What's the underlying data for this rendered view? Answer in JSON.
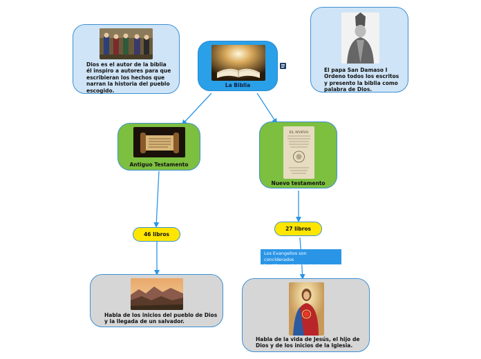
{
  "central": {
    "label": "La Biblia"
  },
  "note_authors": {
    "text": "Dios es el autor de la biblia\nél inspiro a autores para que\nescribieran los hechos que\nnarran la historia del pueblo\nescogido."
  },
  "note_pope": {
    "text": "El papa San Damaso I\nOrdeno todos los escritos\ny presento la biblia como\npalabra de Dios."
  },
  "old_testament": {
    "label": "Antiguo Testamento",
    "count": "46 libros",
    "description": "Habla de los inicios del pueblo de Dios\ny la llegada de un salvador."
  },
  "new_testament": {
    "label": "Nuevo testamento",
    "count": "27 libros",
    "callout": "Los Evangelios son concíderados\nlos Libros más importantes.",
    "description": "Habla de la vida de Jesús, el hijo de\nDios y de los inicios de la Iglesia.",
    "book_cover_title": "EL NVEVO TESTAMENTO"
  },
  "colors": {
    "central_fill": "#2aa0e8",
    "green_fill": "#7dbf3f",
    "note_fill": "#cfe4f6",
    "gray_fill": "#d6d6d6",
    "pill_fill": "#ffe600",
    "border": "#3b8fd4",
    "callout_fill": "#2a95e6"
  },
  "icons": [
    "notes-icon"
  ]
}
